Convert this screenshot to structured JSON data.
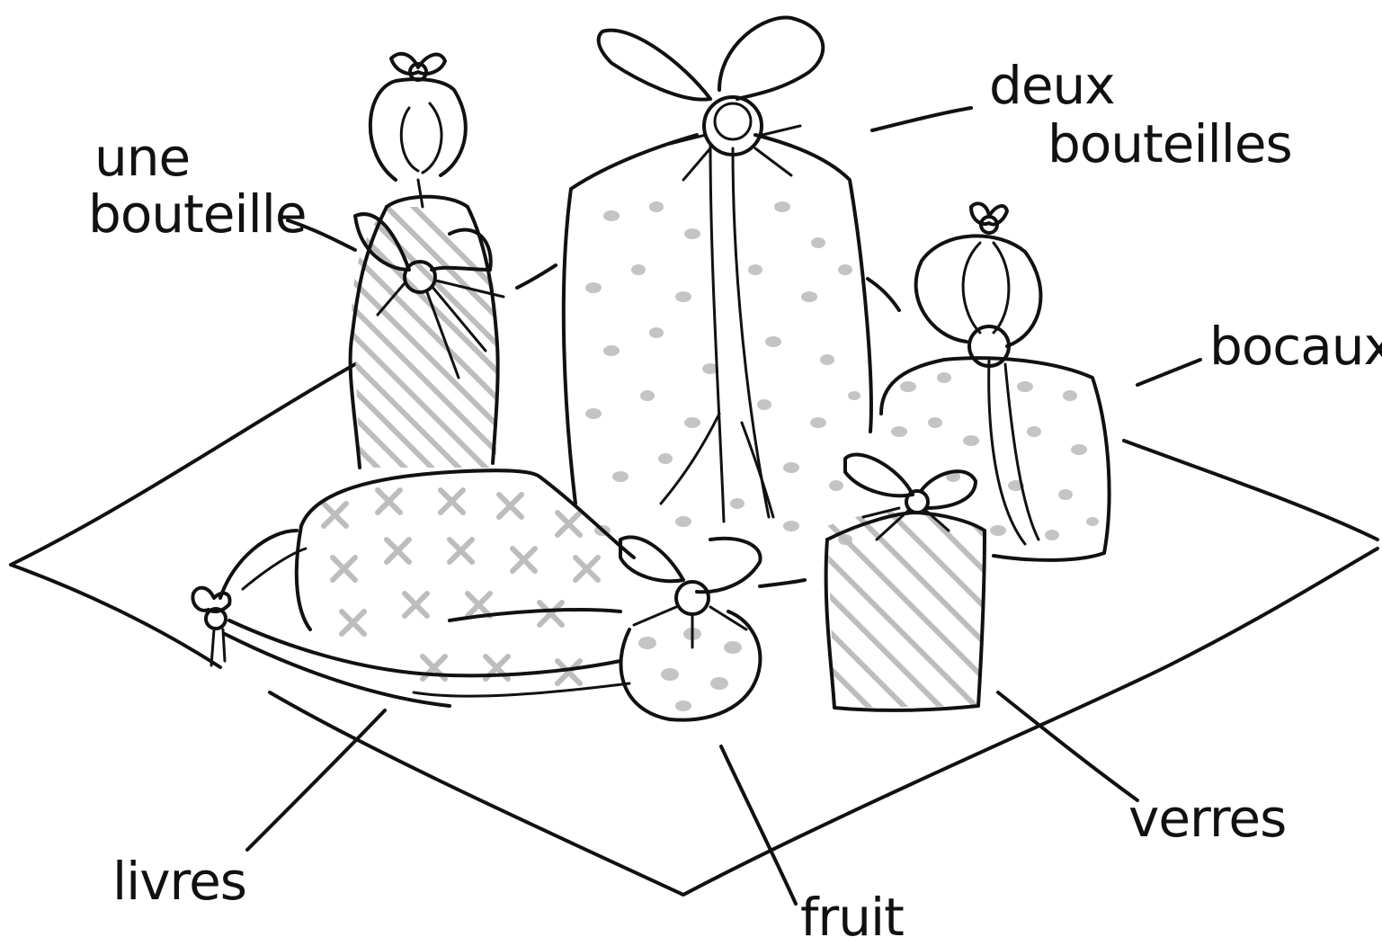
{
  "labels": {
    "une_bouteille_1": "une",
    "une_bouteille_2": "bouteille",
    "deux_bouteilles_1": "deux",
    "deux_bouteilles_2": "bouteilles",
    "bocaux": "bocaux",
    "livres": "livres",
    "fruit": "fruit",
    "verres": "verres"
  },
  "colors": {
    "ink": "#111111",
    "pattern_grey": "#bdbdbd",
    "background": "#ffffff"
  }
}
